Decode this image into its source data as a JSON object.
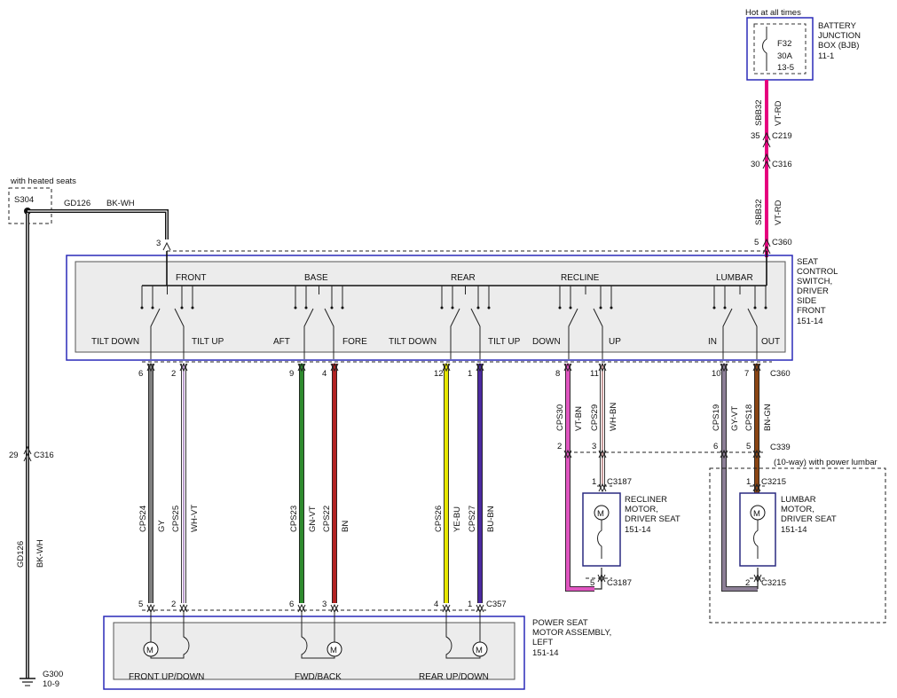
{
  "fuse": {
    "header": "Hot at all times",
    "name": "F32",
    "rating": "30A",
    "ref": "13-5"
  },
  "bjb": {
    "line1": "BATTERY",
    "line2": "JUNCTION",
    "line3": "BOX (BJB)",
    "ref": "11-1"
  },
  "feed": {
    "circuit": "SBB32",
    "color": "VT-RD",
    "c219": {
      "pin": "35",
      "name": "C219"
    },
    "c316": {
      "pin": "30",
      "name": "C316"
    },
    "c360": {
      "pin": "5",
      "name": "C360"
    }
  },
  "splice": {
    "caption": "with heated seats",
    "name": "S304",
    "circuit": "GD126",
    "color": "BK-WH",
    "pin": "3"
  },
  "ground": {
    "circuit": "GD126",
    "color": "BK-WH",
    "c316_pin": "29",
    "c316_name": "C316",
    "name": "G300",
    "ref": "10-9"
  },
  "switch": {
    "title_lines": [
      "SEAT",
      "CONTROL",
      "SWITCH,",
      "DRIVER",
      "SIDE",
      "FRONT"
    ],
    "ref": "151-14",
    "sections": [
      "FRONT",
      "BASE",
      "REAR",
      "RECLINE",
      "LUMBAR"
    ],
    "positions": [
      "TILT DOWN",
      "TILT UP",
      "AFT",
      "FORE",
      "TILT DOWN",
      "TILT UP",
      "DOWN",
      "UP",
      "IN",
      "OUT"
    ]
  },
  "wires": [
    {
      "pin": "6",
      "circuit": "CPS24",
      "color": "GY",
      "stroke": "#808080",
      "stripe": "",
      "bottom_pin": "5"
    },
    {
      "pin": "2",
      "circuit": "CPS25",
      "color": "WH-VT",
      "stroke": "#ffffff",
      "stripe": "#8a5aa8",
      "bottom_pin": "2"
    },
    {
      "pin": "9",
      "circuit": "CPS23",
      "color": "GN-VT",
      "stroke": "#2e8b2e",
      "stripe": "",
      "bottom_pin": "6"
    },
    {
      "pin": "4",
      "circuit": "CPS22",
      "color": "BN",
      "stroke": "#b22222",
      "stripe": "",
      "bottom_pin": "3"
    },
    {
      "pin": "12",
      "circuit": "CPS26",
      "color": "YE-BU",
      "stroke": "#e6e600",
      "stripe": "",
      "bottom_pin": "4"
    },
    {
      "pin": "1",
      "circuit": "CPS27",
      "color": "BU-BN",
      "stroke": "#4b2aa0",
      "stripe": "",
      "bottom_pin": "1"
    },
    {
      "pin": "8",
      "circuit": "CPS30",
      "color": "VT-BN",
      "stroke": "#e055c0",
      "stripe": "",
      "c339_pin": "2",
      "motor_pin": "5"
    },
    {
      "pin": "11",
      "circuit": "CPS29",
      "color": "WH-BN",
      "stroke": "#ffffff",
      "stripe": "#a05a5a",
      "c339_pin": "3",
      "motor_pin": "1"
    },
    {
      "pin": "10",
      "circuit": "CPS19",
      "color": "GY-VT",
      "stroke": "#8c7f96",
      "stripe": "",
      "c339_pin": "6",
      "motor_pin": "2"
    },
    {
      "pin": "7",
      "circuit": "CPS18",
      "color": "BN-GN",
      "stroke": "#8b4513",
      "stripe": "",
      "c339_pin": "5",
      "motor_pin": "1"
    }
  ],
  "c360_label": "C360",
  "c339_label": "C339",
  "c357_label": "C357",
  "recliner": {
    "connector": "C3187",
    "line1": "RECLINER",
    "line2": "MOTOR,",
    "line3": "DRIVER SEAT",
    "ref": "151-14"
  },
  "lumbar": {
    "caption": "(10-way) with power lumbar",
    "connector": "C3215",
    "line1": "LUMBAR",
    "line2": "MOTOR,",
    "line3": "DRIVER SEAT",
    "ref": "151-14"
  },
  "power_seat": {
    "line1": "POWER SEAT",
    "line2": "MOTOR ASSEMBLY,",
    "line3": "LEFT",
    "ref": "151-14",
    "motors": [
      "FRONT UP/DOWN",
      "FWD/BACK",
      "REAR UP/DOWN"
    ]
  }
}
